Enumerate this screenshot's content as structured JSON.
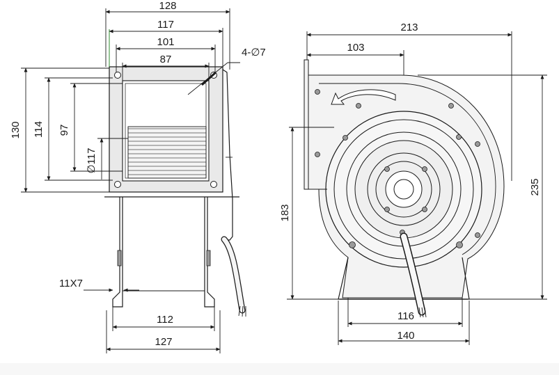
{
  "dimensions": {
    "side_view": {
      "width_outer": "128",
      "width_flange": "117",
      "width_mid": "101",
      "width_inner": "87",
      "holes": "4-∅7",
      "height_outer": "130",
      "height_flange": "114",
      "height_outlet": "97",
      "wheel_diameter": "∅117",
      "slot": "11X7",
      "base_inner": "112",
      "base_outer": "127"
    },
    "front_view": {
      "overall_width": "213",
      "outlet_offset": "103",
      "overall_height": "235",
      "axis_height": "183",
      "base_inner": "116",
      "base_outer": "140"
    }
  },
  "colors": {
    "line": "#1a1a1a",
    "housing_fill": "#e9e9e9",
    "accent_green": "#2e8b2e"
  },
  "icons": {
    "rotation": "rotation-arrow-icon"
  }
}
